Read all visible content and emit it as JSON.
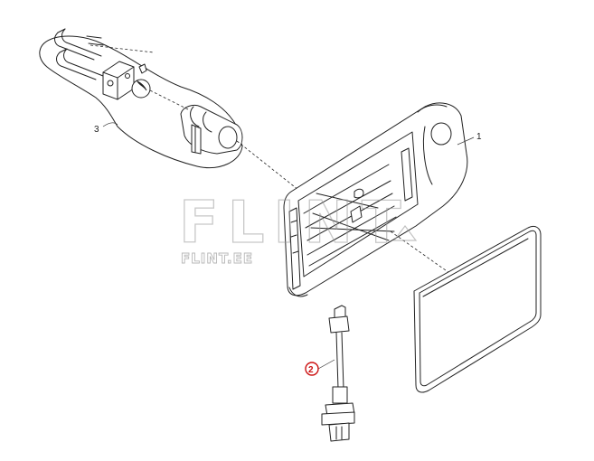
{
  "callouts": {
    "part_1": "1",
    "part_2": "2",
    "part_3": "3"
  },
  "watermark": {
    "logo": "FLINT",
    "site": "FLINT.EE"
  },
  "colors": {
    "line": "#222222",
    "highlight": "#cc1111",
    "watermark": "#9a9a9a"
  }
}
